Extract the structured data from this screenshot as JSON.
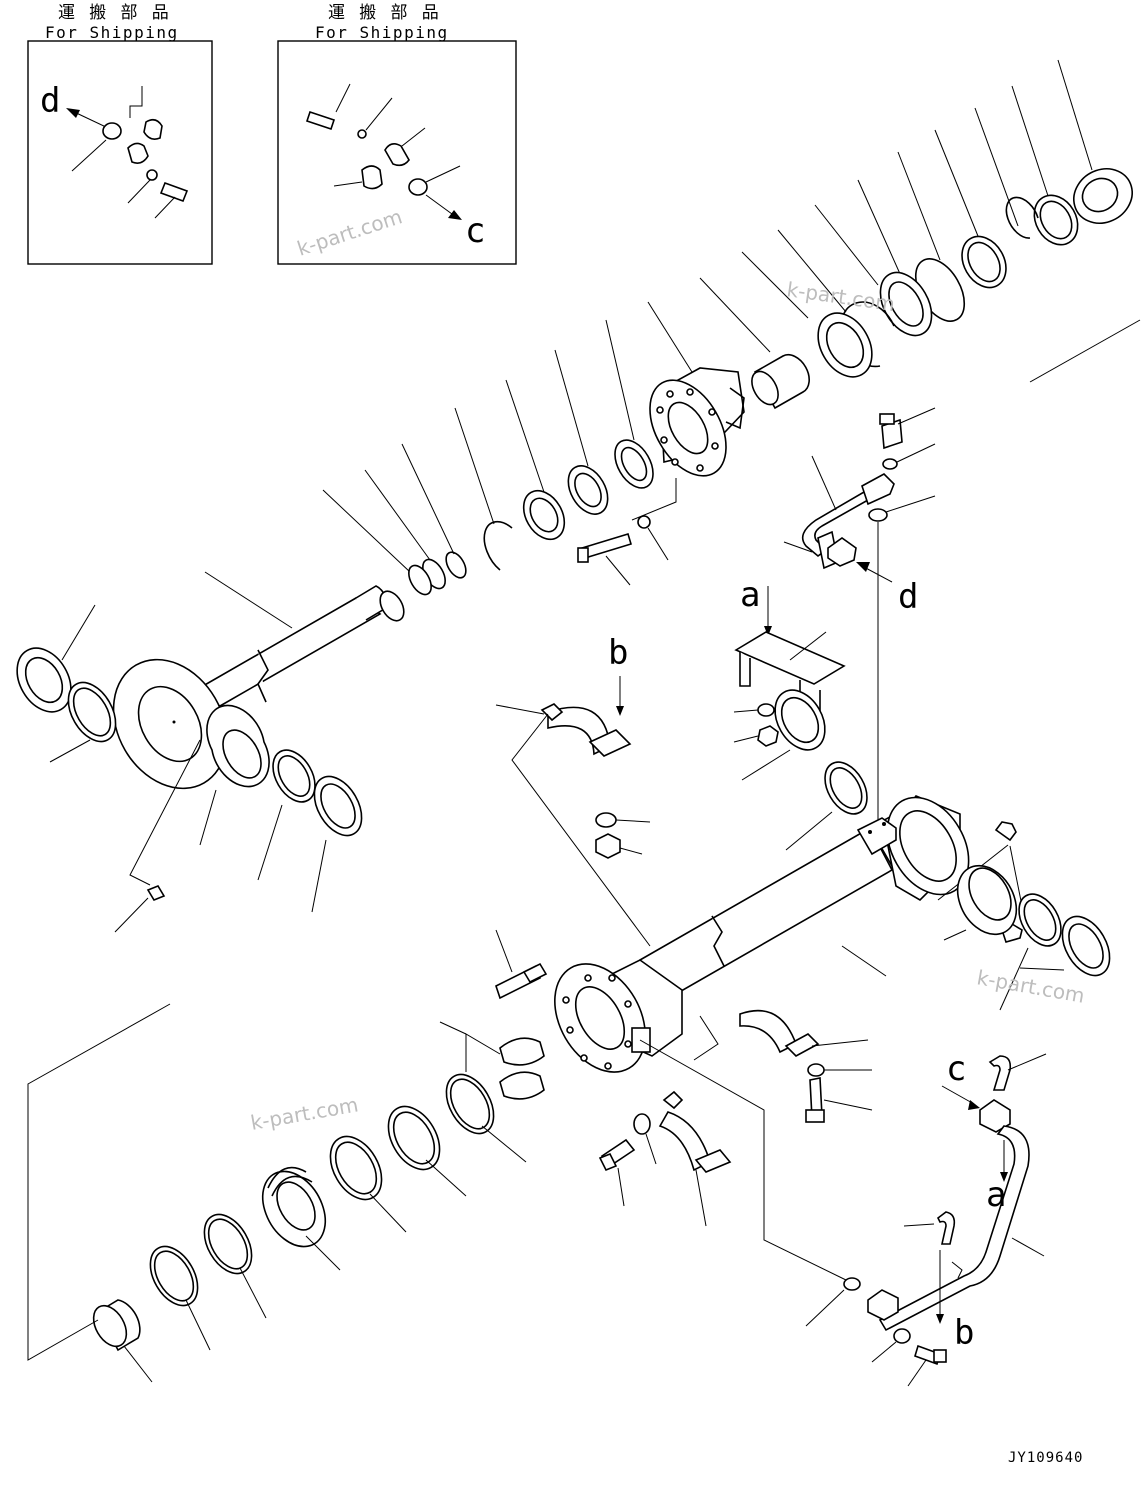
{
  "shipping_boxes": [
    {
      "title_jp": "運 搬 部 品",
      "title_en": "For Shipping",
      "ref_letter": "d"
    },
    {
      "title_jp": "運 搬 部 品",
      "title_en": "For Shipping",
      "ref_letter": "c"
    }
  ],
  "callouts": {
    "a_top": "a",
    "b_top": "b",
    "d_fitting": "d",
    "c_pipe": "c",
    "a_pipe": "a",
    "b_pipe": "b"
  },
  "watermarks": [
    "k-part.com",
    "k-part.com",
    "k-part.com",
    "k-part.com"
  ],
  "drawing_number": "JY109640"
}
